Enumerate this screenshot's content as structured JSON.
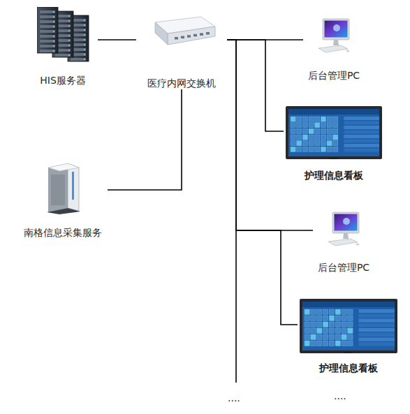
{
  "diagram": {
    "nodes": [
      {
        "text": [
          "HIS服务器"
        ]
      },
      {
        "text": [
          "医疗内网交换机"
        ]
      },
      {
        "text": [
          "南格信息采集服务"
        ]
      },
      {
        "text": [
          "后台管理PC"
        ]
      },
      {
        "text": [
          "护理信息看板"
        ]
      },
      {
        "text": [
          "后台管理PC"
        ]
      },
      {
        "text": [
          "护理信息看板"
        ]
      }
    ],
    "edges": [
      {
        "from": 0,
        "to": 1,
        "arrow": "none"
      },
      {
        "from": 1,
        "to": 2,
        "arrow": "none"
      },
      {
        "from": 1,
        "to": 3,
        "arrow": "none"
      },
      {
        "from": 1,
        "to": 4,
        "arrow": "none"
      },
      {
        "from": 1,
        "to": 5,
        "arrow": "none"
      },
      {
        "from": 1,
        "to": 6,
        "arrow": "none"
      }
    ],
    "labels": [
      "....",
      "...."
    ]
  }
}
